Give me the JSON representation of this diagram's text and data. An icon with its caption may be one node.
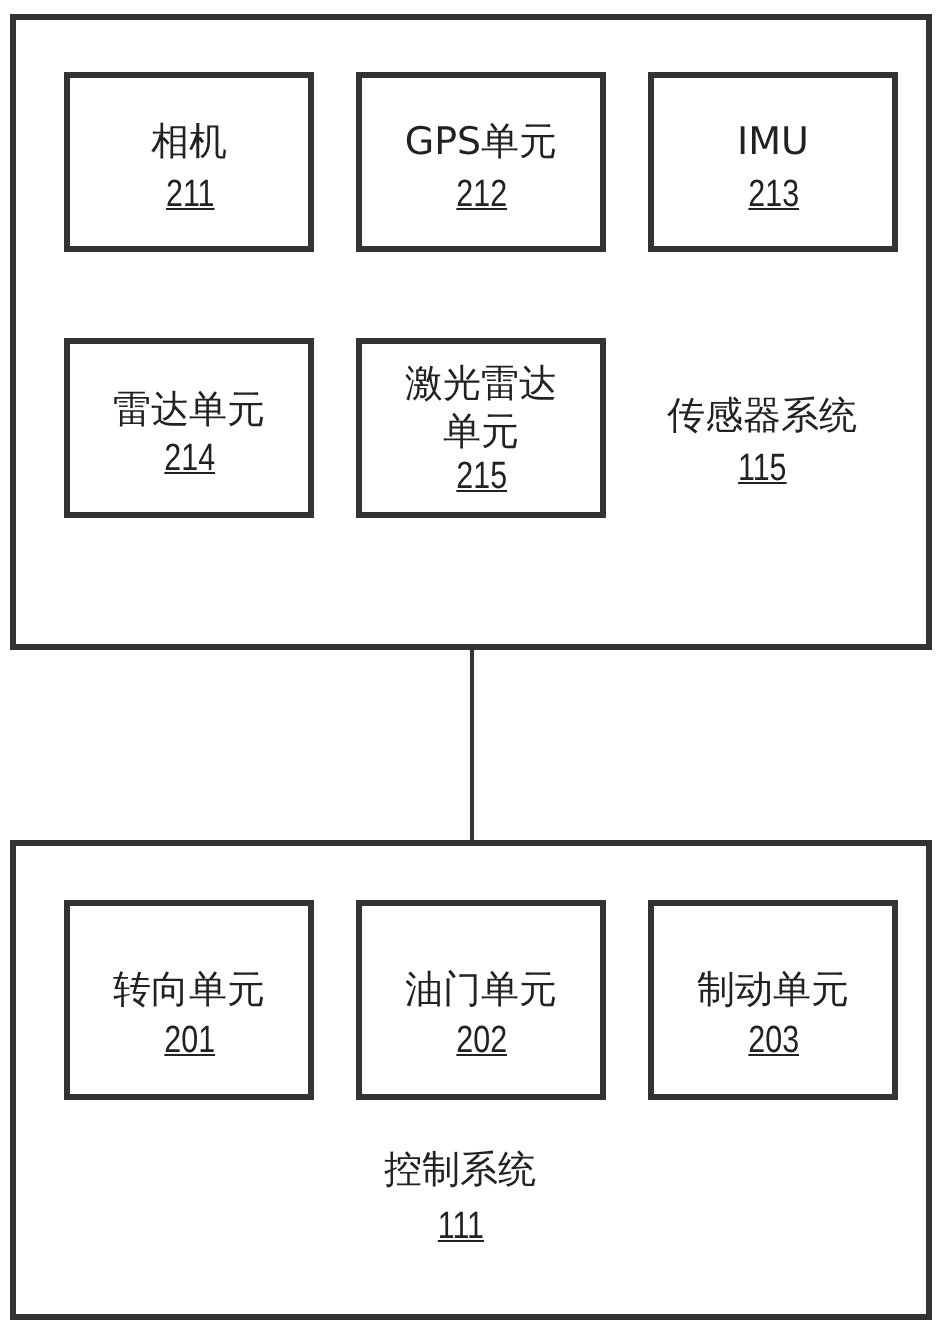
{
  "diagram": {
    "nodes": [
      {
        "text": [
          "传感器系统",
          "115"
        ]
      },
      {
        "text": [
          "相机",
          "211"
        ],
        "in": 0
      },
      {
        "text": [
          "GPS单元",
          "212"
        ],
        "in": 0
      },
      {
        "text": [
          "IMU",
          "213"
        ],
        "in": 0
      },
      {
        "text": [
          "雷达单元",
          "214"
        ],
        "in": 0
      },
      {
        "text": [
          "激光雷达单元",
          "215"
        ],
        "in": 0
      },
      {
        "text": [
          "控制系统",
          "111"
        ]
      },
      {
        "text": [
          "转向单元",
          "201"
        ],
        "in": 6
      },
      {
        "text": [
          "油门单元",
          "202"
        ],
        "in": 6
      },
      {
        "text": [
          "制动单元",
          "203"
        ],
        "in": 6
      }
    ],
    "edges": [
      {
        "from": 0,
        "to": 6,
        "arrow": "none"
      }
    ]
  }
}
